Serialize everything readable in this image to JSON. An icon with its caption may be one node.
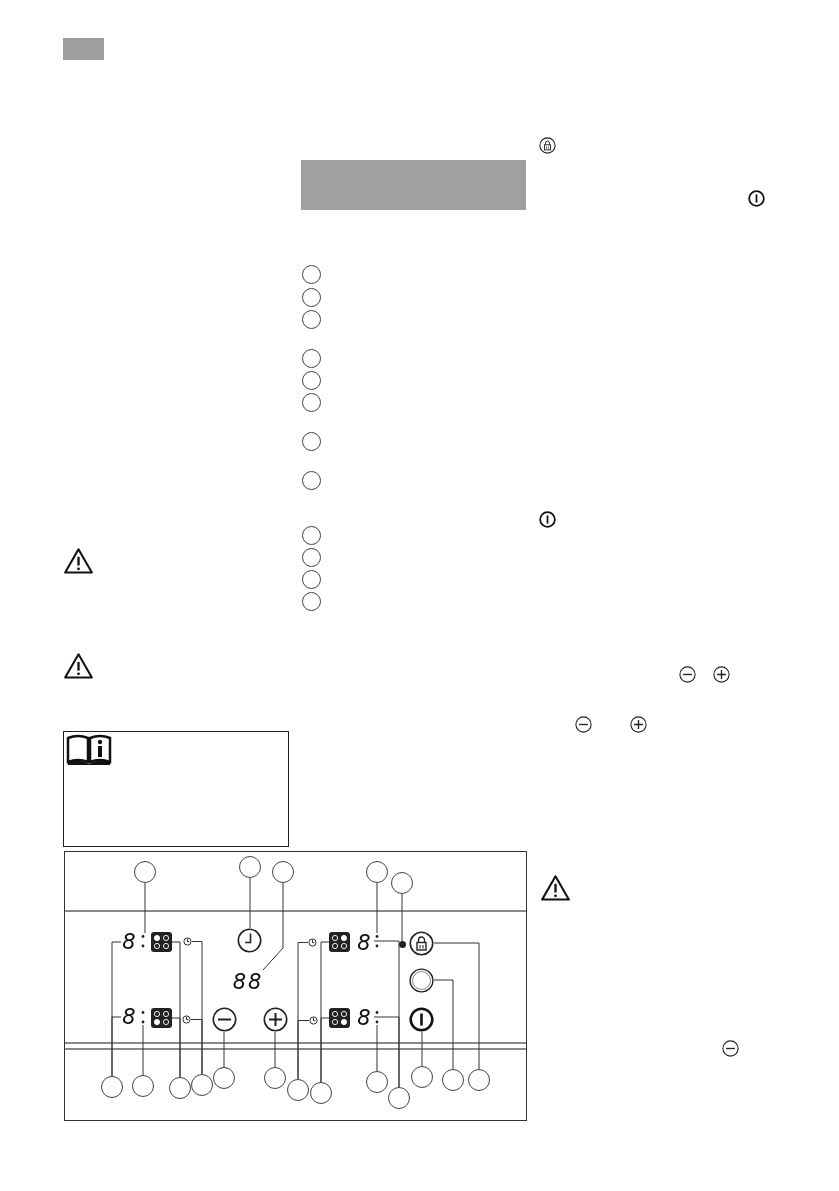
{
  "diagram": {
    "nodes": [
      {
        "text": [],
        "shape": "circle"
      },
      {
        "text": [],
        "shape": "circle"
      },
      {
        "text": [],
        "shape": "circle"
      },
      {
        "text": [],
        "shape": "circle"
      },
      {
        "text": [],
        "shape": "circle"
      },
      {
        "text": [],
        "shape": "circle"
      },
      {
        "text": [],
        "shape": "circle"
      },
      {
        "text": [],
        "shape": "circle"
      },
      {
        "text": [],
        "shape": "circle"
      },
      {
        "text": [],
        "shape": "circle"
      },
      {
        "text": [],
        "shape": "circle"
      },
      {
        "text": [],
        "shape": "circle"
      },
      {
        "text": [],
        "shape": "circle"
      },
      {
        "text": [],
        "shape": "circle"
      },
      {
        "text": [],
        "shape": "circle"
      },
      {
        "text": [],
        "shape": "circle"
      },
      {
        "text": [],
        "shape": "circle"
      },
      {
        "text": [
          "8"
        ]
      },
      {
        "text": [],
        "shape": "dot"
      },
      {
        "text": [],
        "shape": "box"
      },
      {
        "text": [],
        "shape": "circle"
      },
      {
        "text": [],
        "shape": "circle"
      },
      {
        "text": [],
        "shape": "circle"
      },
      {
        "text": [],
        "shape": "box"
      },
      {
        "text": [
          "8"
        ]
      },
      {
        "text": [],
        "shape": "dot"
      },
      {
        "text": [],
        "shape": "circle"
      },
      {
        "text": [],
        "shape": "circle"
      },
      {
        "text": [
          "88"
        ]
      },
      {
        "text": [],
        "shape": "circle"
      },
      {
        "text": [
          "8"
        ]
      },
      {
        "text": [],
        "shape": "dot"
      },
      {
        "text": [],
        "shape": "box"
      },
      {
        "text": [],
        "shape": "circle"
      },
      {
        "text": [],
        "shape": "circle"
      },
      {
        "text": [],
        "shape": "circle"
      },
      {
        "text": [],
        "shape": "circle"
      },
      {
        "text": [],
        "shape": "box"
      },
      {
        "text": [
          "8"
        ]
      },
      {
        "text": [],
        "shape": "dot"
      },
      {
        "text": [],
        "shape": "circle"
      },
      {
        "text": [],
        "shape": "circle"
      },
      {
        "text": [],
        "shape": "circle"
      },
      {
        "text": [],
        "shape": "circle"
      },
      {
        "text": [],
        "shape": "circle"
      },
      {
        "text": [],
        "shape": "circle"
      },
      {
        "text": [],
        "shape": "circle"
      },
      {
        "text": [],
        "shape": "circle"
      },
      {
        "text": [],
        "shape": "circle"
      },
      {
        "text": [],
        "shape": "circle"
      },
      {
        "text": [],
        "shape": "circle"
      },
      {
        "text": [],
        "shape": "circle"
      },
      {
        "text": [],
        "shape": "circle"
      },
      {
        "text": [],
        "shape": "circle"
      }
    ],
    "edges": [
      {
        "from": 12,
        "to": 18,
        "arrow": "none"
      },
      {
        "from": 13,
        "to": 21,
        "arrow": "none"
      },
      {
        "from": 14,
        "to": 28,
        "arrow": "none"
      },
      {
        "from": 15,
        "to": 25,
        "arrow": "none"
      },
      {
        "from": 16,
        "to": 26,
        "arrow": "none"
      },
      {
        "from": 41,
        "to": 17,
        "arrow": "none"
      },
      {
        "from": 41,
        "to": 30,
        "arrow": "none"
      },
      {
        "from": 42,
        "to": 31,
        "arrow": "none"
      },
      {
        "from": 43,
        "to": 19,
        "arrow": "none"
      },
      {
        "from": 43,
        "to": 32,
        "arrow": "none"
      },
      {
        "from": 44,
        "to": 20,
        "arrow": "none"
      },
      {
        "from": 44,
        "to": 33,
        "arrow": "none"
      },
      {
        "from": 45,
        "to": 34,
        "arrow": "none"
      },
      {
        "from": 46,
        "to": 35,
        "arrow": "none"
      },
      {
        "from": 47,
        "to": 22,
        "arrow": "none"
      },
      {
        "from": 47,
        "to": 36,
        "arrow": "none"
      },
      {
        "from": 48,
        "to": 23,
        "arrow": "none"
      },
      {
        "from": 48,
        "to": 37,
        "arrow": "none"
      },
      {
        "from": 49,
        "to": 39,
        "arrow": "none"
      },
      {
        "from": 50,
        "to": 24,
        "arrow": "none"
      },
      {
        "from": 50,
        "to": 38,
        "arrow": "none"
      },
      {
        "from": 51,
        "to": 40,
        "arrow": "none"
      },
      {
        "from": 52,
        "to": 29,
        "arrow": "none"
      },
      {
        "from": 53,
        "to": 27,
        "arrow": "none"
      }
    ]
  }
}
